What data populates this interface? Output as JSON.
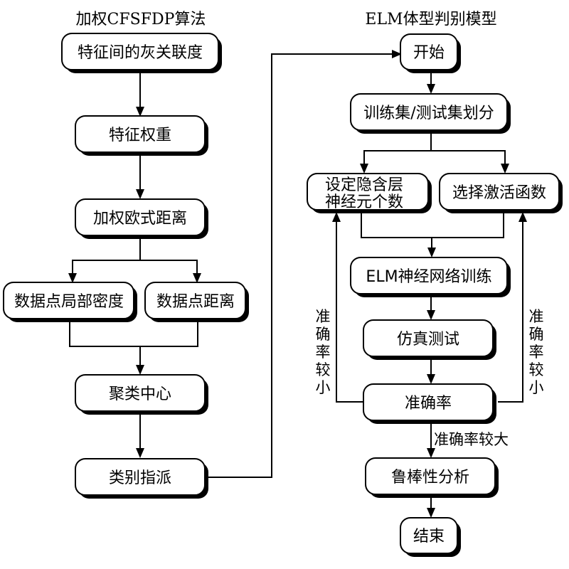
{
  "left_panel": {
    "title": "加权CFSFDP算法",
    "nodes": [
      {
        "id": "grey-relation",
        "label": "特征间的灰关联度"
      },
      {
        "id": "feature-weight",
        "label": "特征权重"
      },
      {
        "id": "weighted-euclidean",
        "label": "加权欧式距离"
      },
      {
        "id": "local-density",
        "label": "数据点局部密度"
      },
      {
        "id": "point-distance",
        "label": "数据点距离"
      },
      {
        "id": "cluster-center",
        "label": "聚类中心"
      },
      {
        "id": "class-assignment",
        "label": "类别指派"
      }
    ]
  },
  "right_panel": {
    "title": "ELM体型判别模型",
    "nodes": [
      {
        "id": "start",
        "label": "开始"
      },
      {
        "id": "split",
        "label": "训练集/测试集划分"
      },
      {
        "id": "hidden-neurons",
        "label_line1": "设定隐含层",
        "label_line2": "神经元个数"
      },
      {
        "id": "activation",
        "label": "选择激活函数"
      },
      {
        "id": "elm-training",
        "label": "ELM神经网络训练"
      },
      {
        "id": "sim-test",
        "label": "仿真测试"
      },
      {
        "id": "accuracy",
        "label": "准确率"
      },
      {
        "id": "robustness",
        "label": "鲁棒性分析"
      },
      {
        "id": "end",
        "label": "结束"
      }
    ],
    "edge_labels": {
      "low_left": [
        "准",
        "确",
        "率",
        "较",
        "小"
      ],
      "low_right": [
        "准",
        "确",
        "率",
        "较",
        "小"
      ],
      "high": "准确率较大"
    }
  }
}
